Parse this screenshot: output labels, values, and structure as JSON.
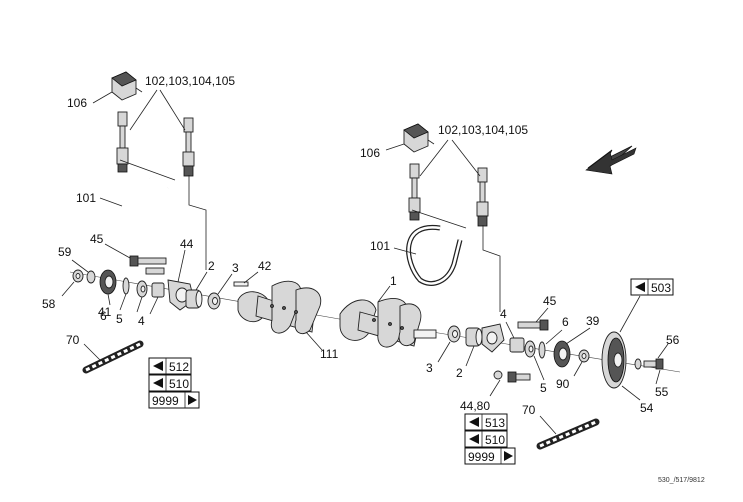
{
  "labels": {
    "l106a": "106",
    "l102a": "102,103,104,105",
    "l101a": "101",
    "l45a": "45",
    "l44a": "44",
    "l59": "59",
    "l58": "58",
    "l41": "41",
    "l6a": "6",
    "l5a": "5",
    "l4a": "4",
    "l2a": "2",
    "l3a": "3",
    "l42": "42",
    "l111": "111",
    "l1": "1",
    "l106b": "106",
    "l102b": "102,103,104,105",
    "l101b": "101",
    "l4b": "4",
    "l45b": "45",
    "l6b": "6",
    "l39": "39",
    "l3b": "3",
    "l2b": "2",
    "l5b": "5",
    "l90": "90",
    "l4480": "44,80",
    "l70a": "70",
    "l70b": "70",
    "l56": "56",
    "l55": "55",
    "l54": "54"
  },
  "refs": {
    "r512": "512",
    "r510a": "510",
    "r9999a": "9999",
    "r503": "503",
    "r513": "513",
    "r510b": "510",
    "r9999b": "9999"
  },
  "footer": "530_/517/9812"
}
